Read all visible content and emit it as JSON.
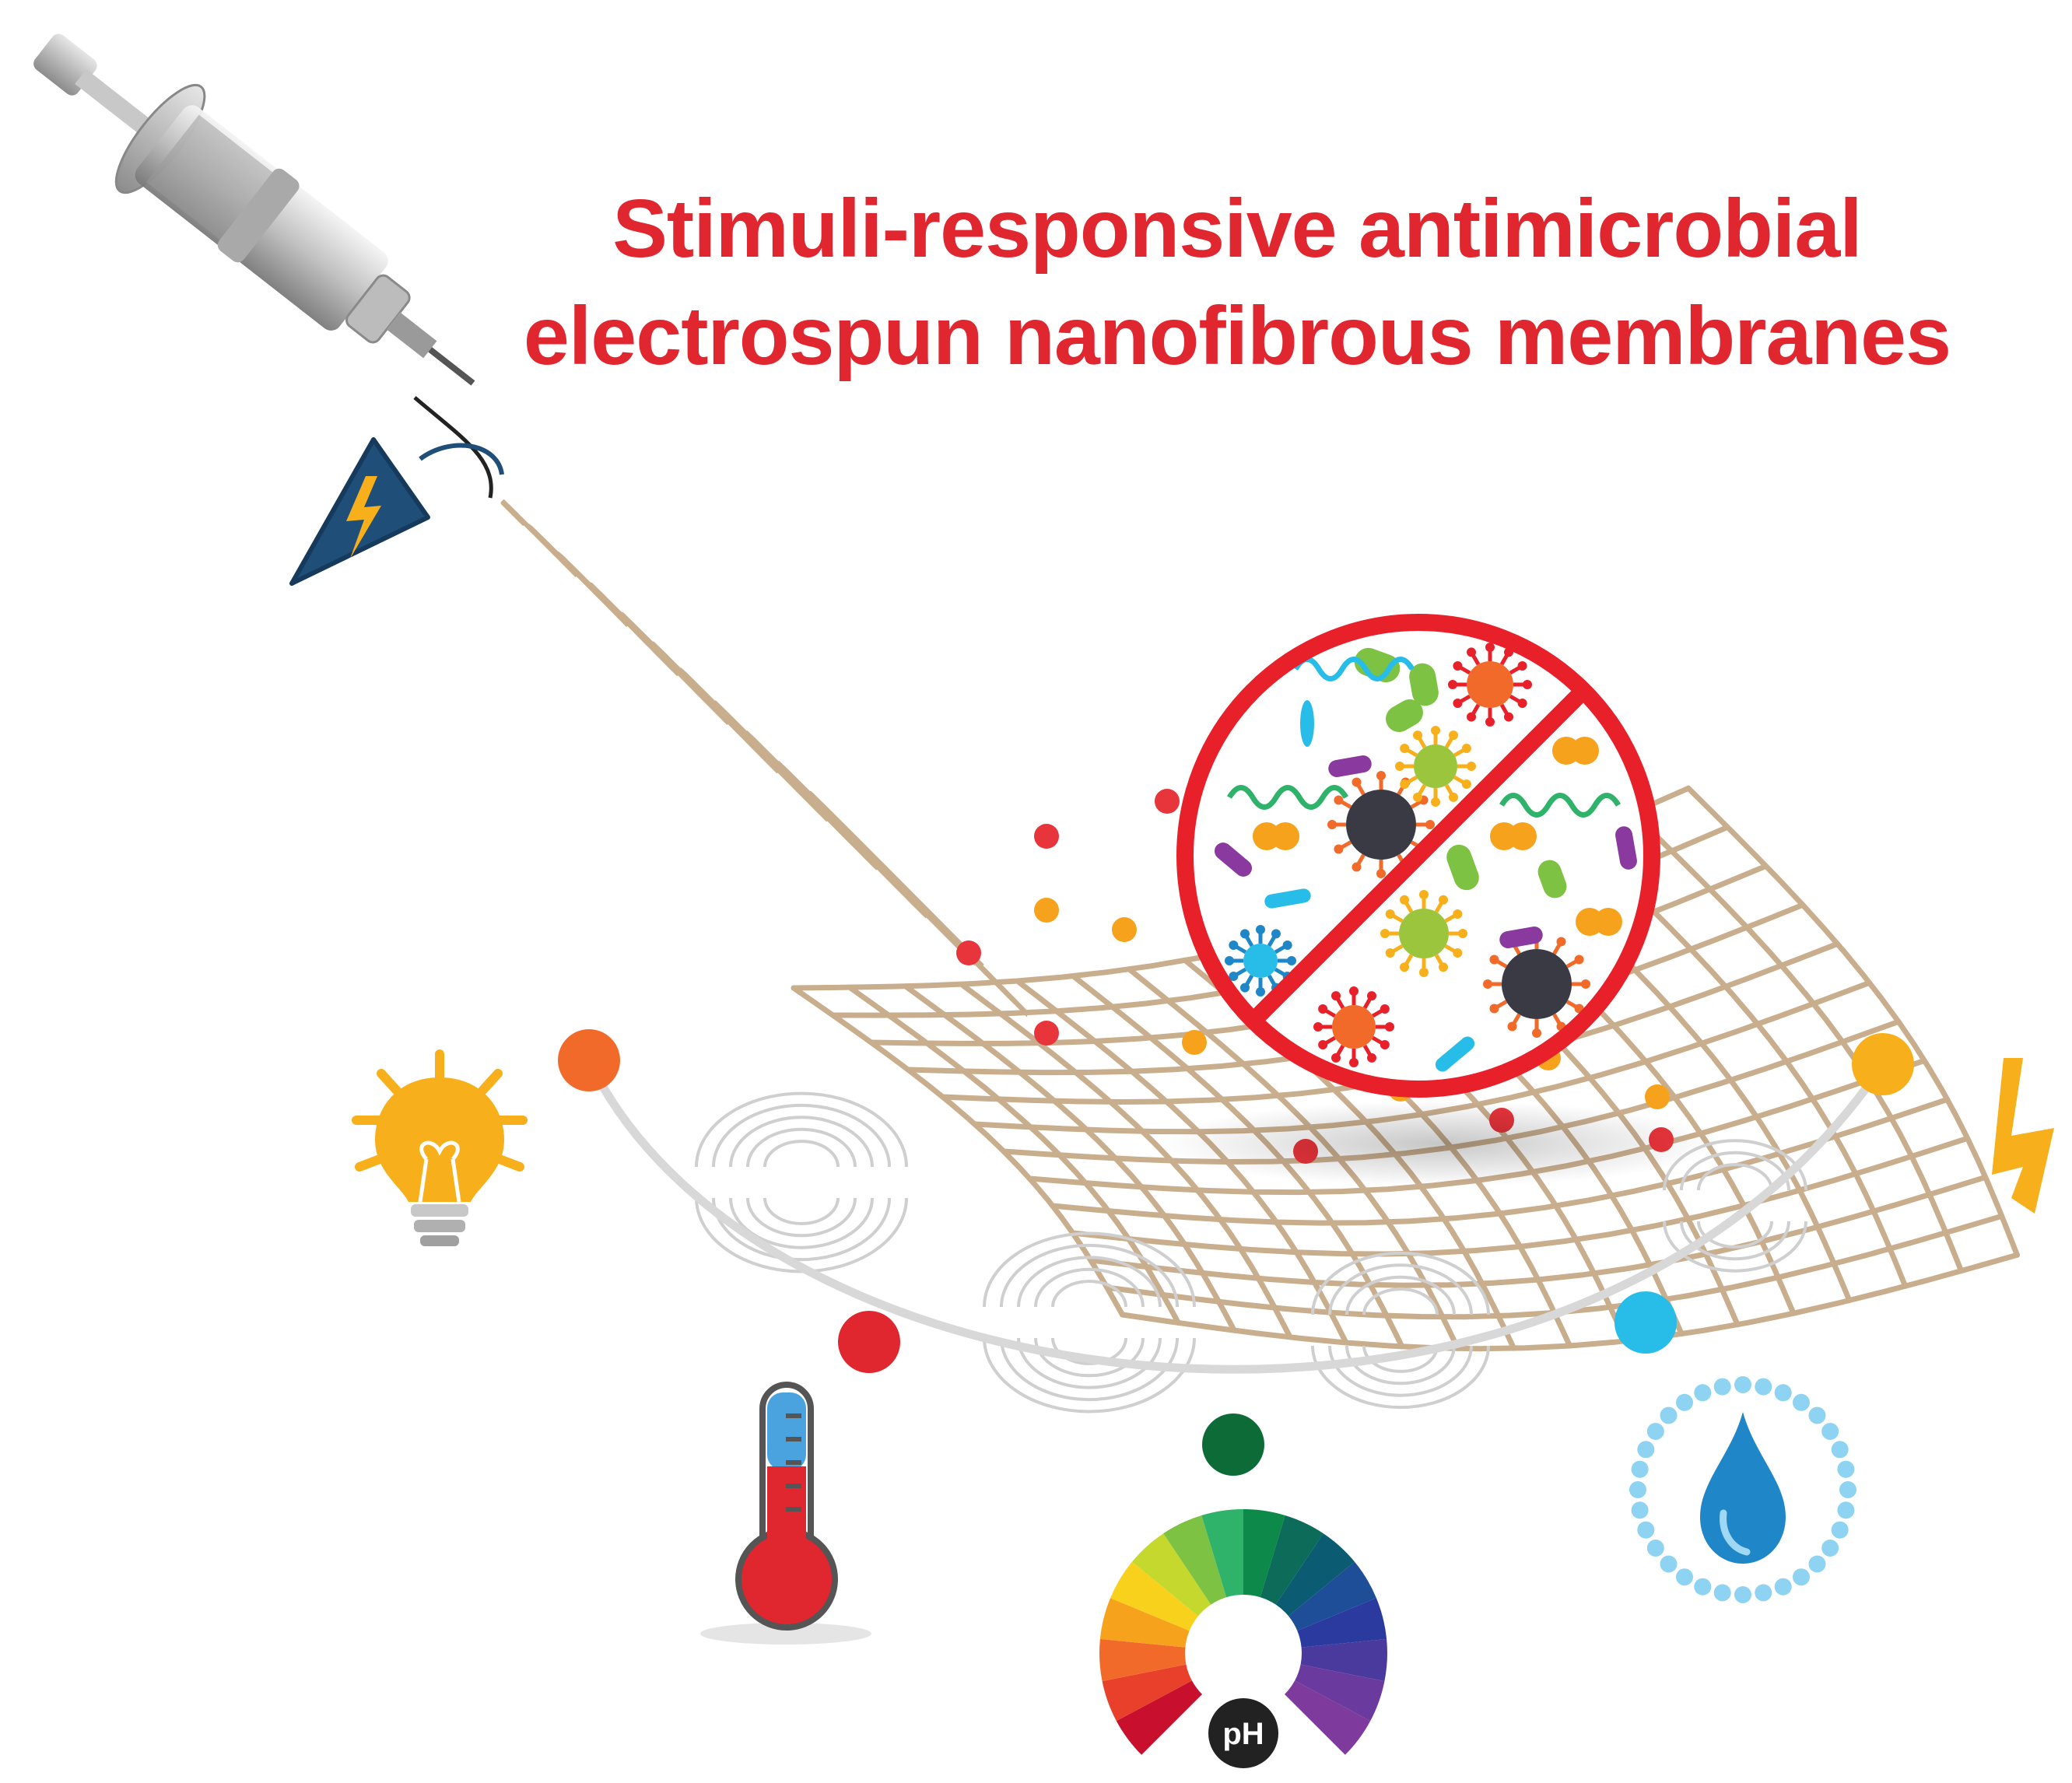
{
  "title": {
    "line1": "Stimuli-responsive antimicrobial",
    "line2": "electrospun nanofibrous membranes",
    "color": "#e0262f"
  },
  "ph_icon": {
    "label": "pH"
  },
  "stimuli": [
    {
      "name": "light-icon",
      "node_color": "#f26a2a"
    },
    {
      "name": "thermometer-icon",
      "node_color": "#e0262f"
    },
    {
      "name": "ph-wheel-icon",
      "node_color": "#0d6b37"
    },
    {
      "name": "water-drop-icon",
      "node_color": "#27bde8"
    },
    {
      "name": "lightning-icon",
      "node_color": "#f7b01c"
    }
  ],
  "colors": {
    "fiber": "#c9ae8e",
    "prohibition": "#e8202a",
    "arc": "#d8d8d8",
    "voltage": "#1f4e79",
    "bulb": "#f7b01c"
  }
}
